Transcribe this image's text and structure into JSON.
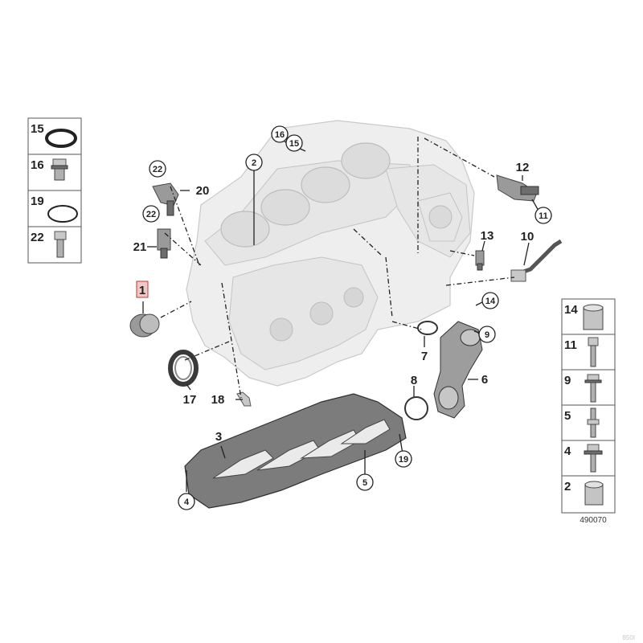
{
  "diagram": {
    "reference_number": "490070",
    "watermark": "850I",
    "highlighted_item": "1",
    "callouts": [
      {
        "id": "callout-1",
        "label": "1",
        "style": "highlight"
      },
      {
        "id": "callout-2",
        "label": "2",
        "style": "circle"
      },
      {
        "id": "callout-3",
        "label": "3",
        "style": "plain"
      },
      {
        "id": "callout-4",
        "label": "4",
        "style": "circle"
      },
      {
        "id": "callout-5",
        "label": "5",
        "style": "circle"
      },
      {
        "id": "callout-6",
        "label": "6",
        "style": "plain"
      },
      {
        "id": "callout-7",
        "label": "7",
        "style": "plain"
      },
      {
        "id": "callout-8",
        "label": "8",
        "style": "plain"
      },
      {
        "id": "callout-9",
        "label": "9",
        "style": "circle"
      },
      {
        "id": "callout-10",
        "label": "10",
        "style": "plain"
      },
      {
        "id": "callout-11",
        "label": "11",
        "style": "circle"
      },
      {
        "id": "callout-12",
        "label": "12",
        "style": "plain"
      },
      {
        "id": "callout-13",
        "label": "13",
        "style": "plain"
      },
      {
        "id": "callout-14",
        "label": "14",
        "style": "circle"
      },
      {
        "id": "callout-15",
        "label": "15",
        "style": "circle"
      },
      {
        "id": "callout-16",
        "label": "16",
        "style": "circle"
      },
      {
        "id": "callout-17",
        "label": "17",
        "style": "plain"
      },
      {
        "id": "callout-18",
        "label": "18",
        "style": "plain"
      },
      {
        "id": "callout-19",
        "label": "19",
        "style": "circle"
      },
      {
        "id": "callout-20",
        "label": "20",
        "style": "plain"
      },
      {
        "id": "callout-21",
        "label": "21",
        "style": "plain"
      },
      {
        "id": "callout-22a",
        "label": "22",
        "style": "circle"
      },
      {
        "id": "callout-22b",
        "label": "22",
        "style": "circle"
      }
    ],
    "left_panel": [
      {
        "label": "15",
        "icon": "seal-ring-icon"
      },
      {
        "label": "16",
        "icon": "plug-screw-icon"
      },
      {
        "label": "19",
        "icon": "o-ring-icon"
      },
      {
        "label": "22",
        "icon": "socket-screw-icon"
      }
    ],
    "right_panel": [
      {
        "label": "14",
        "icon": "dowel-sleeve-icon"
      },
      {
        "label": "11",
        "icon": "socket-bolt-icon"
      },
      {
        "label": "9",
        "icon": "hex-bolt-icon"
      },
      {
        "label": "5",
        "icon": "stud-bolt-icon"
      },
      {
        "label": "4",
        "icon": "collar-bolt-icon"
      },
      {
        "label": "2",
        "icon": "sleeve-icon"
      }
    ]
  }
}
